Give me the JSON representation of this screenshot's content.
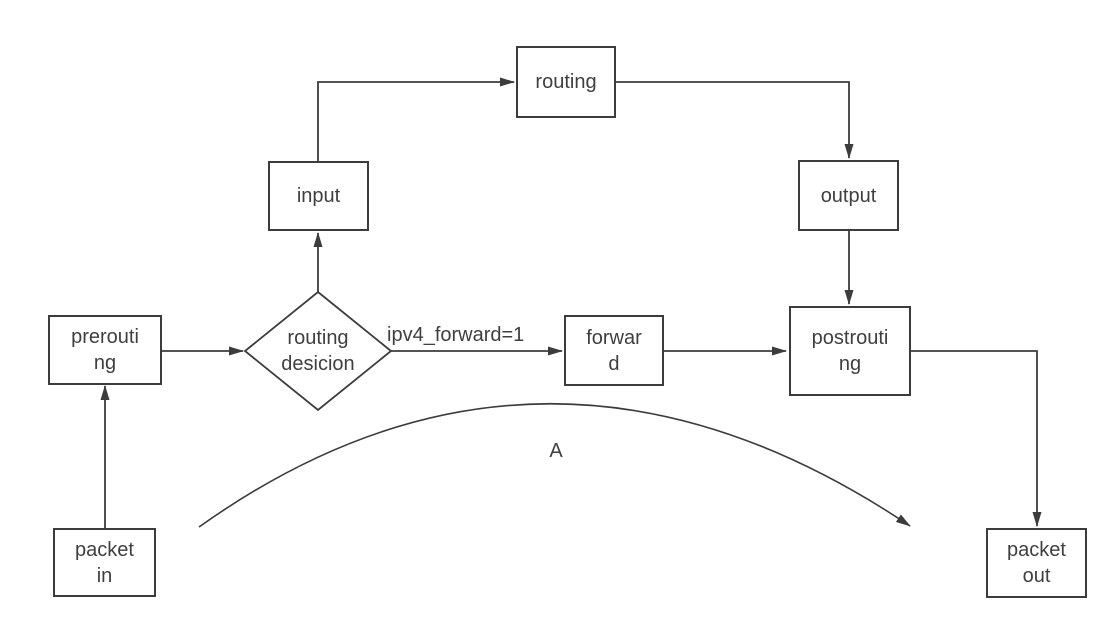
{
  "diagram": {
    "colors": {
      "stroke": "#3c3c3c",
      "text": "#3f3f3f",
      "background": "#ffffff"
    },
    "nodes": {
      "packet_in": {
        "label": "packet\nin"
      },
      "prerouting": {
        "label": "prerouti\nng"
      },
      "routing_decision": {
        "label": "routing\ndesicion"
      },
      "input": {
        "label": "input"
      },
      "routing": {
        "label": "routing"
      },
      "output": {
        "label": "output"
      },
      "forward": {
        "label": "forwar\nd"
      },
      "postrouting": {
        "label": "postrouti\nng"
      },
      "packet_out": {
        "label": "packet\nout"
      }
    },
    "labels": {
      "forward_condition": "ipv4_forward=1",
      "bypass_curve": "A"
    }
  }
}
